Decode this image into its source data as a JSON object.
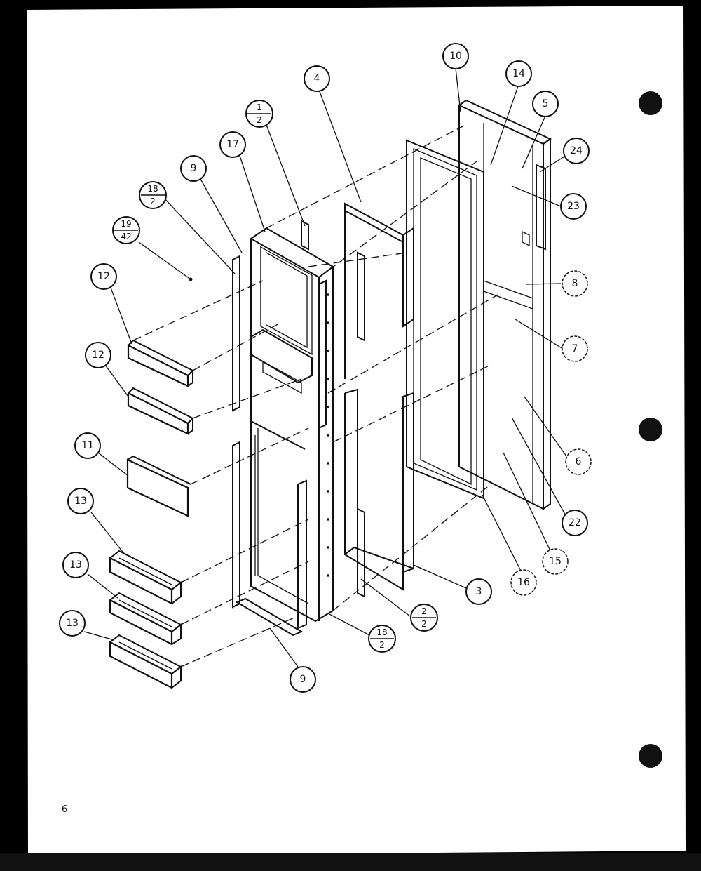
{
  "page_number": "6",
  "callouts": [
    {
      "label": "10"
    },
    {
      "label": "14"
    },
    {
      "label": "5"
    },
    {
      "label": "24"
    },
    {
      "label": "23"
    },
    {
      "label": "4"
    },
    {
      "label": "17"
    },
    {
      "label": "9"
    },
    {
      "label": "8"
    },
    {
      "label": "7"
    },
    {
      "label": "12"
    },
    {
      "label": "12"
    },
    {
      "label": "11"
    },
    {
      "label": "6"
    },
    {
      "label": "22"
    },
    {
      "label": "13"
    },
    {
      "label": "13"
    },
    {
      "label": "13"
    },
    {
      "label": "3"
    },
    {
      "label": "16"
    },
    {
      "label": "15"
    },
    {
      "label": "9"
    }
  ],
  "fraction_callouts": [
    {
      "top": "1",
      "bottom": "2"
    },
    {
      "top": "18",
      "bottom": "2"
    },
    {
      "top": "19",
      "bottom": "42"
    },
    {
      "top": "2",
      "bottom": "2"
    },
    {
      "top": "18",
      "bottom": "2"
    }
  ],
  "colors": {
    "paper": "#ffffff",
    "ink": "#111111",
    "background": "#000000"
  }
}
